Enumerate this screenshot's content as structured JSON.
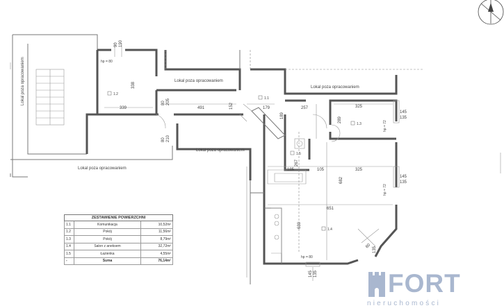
{
  "plan": {
    "labels": {
      "outside_unit": "Lokal poza opracowaniem",
      "hp80": "hp = 80",
      "hp72": "hp = 72"
    },
    "rooms": {
      "r11": "1.1",
      "r12": "1.2",
      "r13": "1.3",
      "r14": "1.4",
      "r15": "1.5"
    },
    "dimensions": {
      "top_90": "90",
      "top_190": "190",
      "d338": "338",
      "d339": "339",
      "d80_205": "80",
      "d205": "205",
      "d491": "491",
      "d152": "152",
      "d179": "179",
      "d257": "257",
      "d325a": "325",
      "d145": "145",
      "d135": "135",
      "d289": "289",
      "d189": "189",
      "d80b": "80",
      "d210": "210",
      "d185": "185",
      "d267": "267",
      "d105": "105",
      "d325b": "325",
      "d145b": "145",
      "d135b": "135",
      "d651": "651",
      "d682": "682",
      "d630": "630",
      "d60_135": "60",
      "d135c": "135",
      "d145c": "145",
      "d135d": "135"
    }
  },
  "table": {
    "title": "ZESTAWIENIE POWIERZCHNI",
    "rows": [
      {
        "num": "1.1",
        "name": "Komunikacja",
        "area": "10,52m²"
      },
      {
        "num": "1.2",
        "name": "Pokój",
        "area": "11,56m²"
      },
      {
        "num": "1.3",
        "name": "Pokój",
        "area": "8,79m²"
      },
      {
        "num": "1.4",
        "name": "Salon z aneksem",
        "area": "32,72m²"
      },
      {
        "num": "1.5",
        "name": "Łazienka",
        "area": "4,55m²"
      }
    ],
    "total": {
      "num": "-",
      "name": "Suma",
      "area": "76,14m²"
    }
  },
  "logo": {
    "name": "FORT",
    "subtitle": "nieruchomości"
  },
  "icons": {
    "compass": "north-arrow-icon",
    "tower": "castle-tower-icon"
  },
  "colors": {
    "logo": "#a9b7cf",
    "walls": "#555555"
  }
}
